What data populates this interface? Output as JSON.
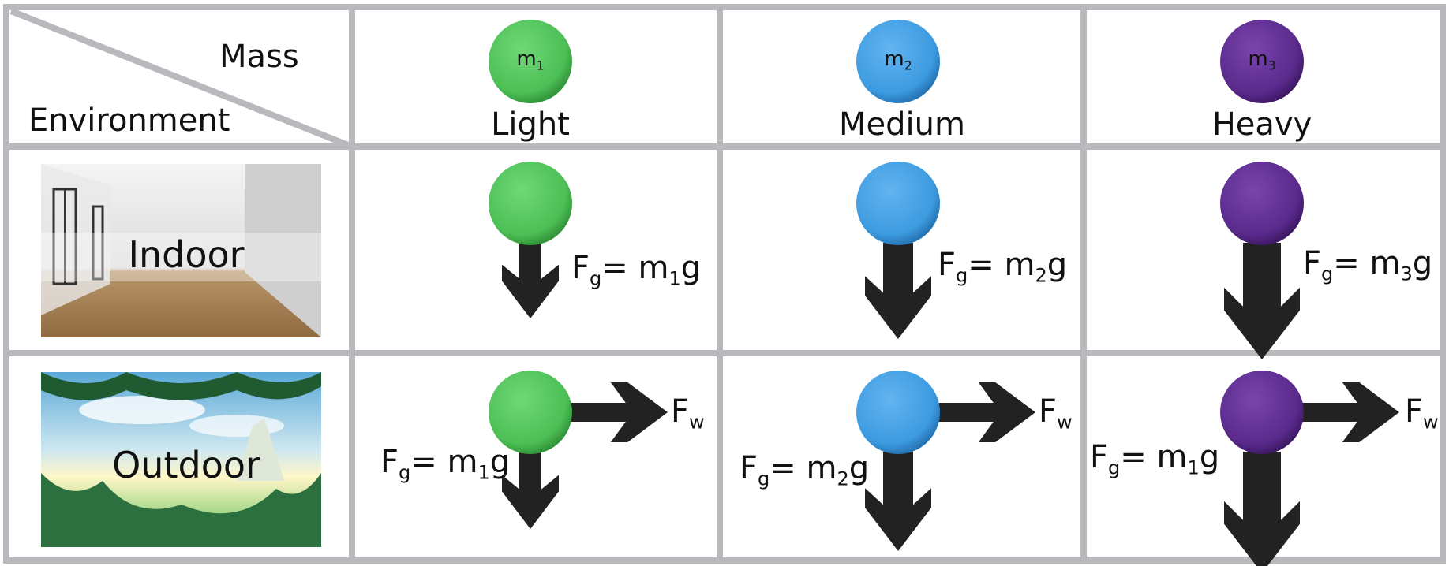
{
  "header": {
    "mass_label": "Mass",
    "environment_label": "Environment"
  },
  "masses": [
    {
      "symbol": "m",
      "index": "1",
      "name": "Light",
      "level": 1,
      "color": "#4cbf55",
      "dark": "#2b8a33"
    },
    {
      "symbol": "m",
      "index": "2",
      "name": "Medium",
      "level": 2,
      "color": "#3d9be0",
      "dark": "#1f6aa8"
    },
    {
      "symbol": "m",
      "index": "3",
      "name": "Heavy",
      "level": 3,
      "color": "#5a2a8c",
      "dark": "#36155c"
    }
  ],
  "environments": [
    {
      "name": "Indoor"
    },
    {
      "name": "Outdoor"
    }
  ],
  "forces": {
    "gravity_symbol": "F",
    "gravity_sub": "g",
    "wind_symbol": "F",
    "wind_sub": "w",
    "indoor_equations": [
      {
        "lhs_sub": "g",
        "rhs": "m",
        "rhs_sub": "1",
        "rhs_tail": "g"
      },
      {
        "lhs_sub": "g",
        "rhs": "m",
        "rhs_sub": "2",
        "rhs_tail": "g"
      },
      {
        "lhs_sub": "g",
        "rhs": "m",
        "rhs_sub": "3",
        "rhs_tail": "g"
      }
    ],
    "outdoor_equations": [
      {
        "lhs_sub": "g",
        "rhs": "m",
        "rhs_sub": "1",
        "rhs_tail": "g"
      },
      {
        "lhs_sub": "g",
        "rhs": "m",
        "rhs_sub": "2",
        "rhs_tail": "g"
      },
      {
        "lhs_sub": "g",
        "rhs": "m",
        "rhs_sub": "1",
        "rhs_tail": "g"
      }
    ]
  },
  "colors": {
    "grid": "#b8b9bc",
    "arrow": "#222222"
  }
}
